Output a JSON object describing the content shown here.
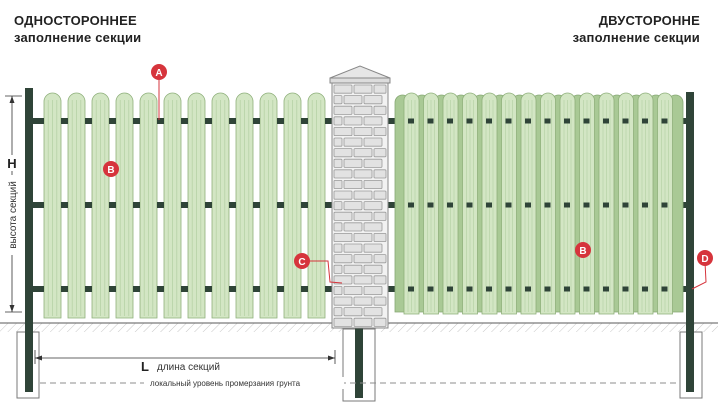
{
  "titles": {
    "left_line1": "ОДНОСТОРОННЕЕ",
    "left_line2": "заполнение секции",
    "right_line1": "ДВУСТОРОННЕ",
    "right_line2": "заполнение секции"
  },
  "dimensions": {
    "height_symbol": "H",
    "height_label": "высота секций",
    "length_symbol": "L",
    "length_label": "длина секций",
    "frost_label": "локальный уровень промерзания грунта"
  },
  "markers": {
    "a": "A",
    "b_left": "B",
    "b_right": "B",
    "c": "C",
    "d": "D"
  },
  "colors": {
    "marker": "#d6343c",
    "picket_light": "#d3e6c4",
    "picket_dark": "#a9c995",
    "post": "#2f4438",
    "brick": "#e2e2e2",
    "ground": "#8a8a8a"
  }
}
